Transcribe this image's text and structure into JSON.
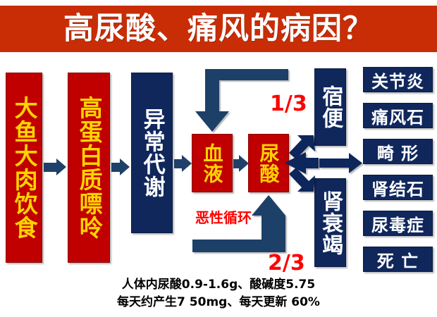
{
  "banner": {
    "title": "高尿酸、痛风的病因？",
    "bg_color": "#c92d05",
    "text_color": "#ffffff"
  },
  "colors": {
    "red_box": "#c00000",
    "red_box_text": "#ffd400",
    "navy": "#10275c",
    "arrow": "#1f4068",
    "accent_red": "#ff0000"
  },
  "flow": {
    "causes": [
      {
        "name": "diet",
        "label": "大鱼大肉饮食"
      },
      {
        "name": "protein",
        "label": "高蛋白质嘌呤"
      }
    ],
    "metabolism": {
      "label": "异常代谢"
    },
    "blood": {
      "label": "血液"
    },
    "uric_acid": {
      "label": "尿酸"
    },
    "excretion": [
      {
        "name": "stool",
        "label": "宿便",
        "fraction": "1/3"
      },
      {
        "name": "renal",
        "label": "肾衰竭",
        "fraction": "2/3"
      }
    ],
    "cycle_label": "恶性循环",
    "fraction_top": "1/3",
    "fraction_bottom": "2/3"
  },
  "outcomes": [
    {
      "label": "关节炎"
    },
    {
      "label": "痛风石"
    },
    {
      "label": "畸 形"
    },
    {
      "label": "肾结石"
    },
    {
      "label": "尿毒症"
    },
    {
      "label": "死 亡"
    }
  ],
  "footer": {
    "line1": "人体内尿酸0.9-1.6g、酸碱度5.75",
    "line2": "每天约产生7 50mg、每天更新 60%"
  }
}
